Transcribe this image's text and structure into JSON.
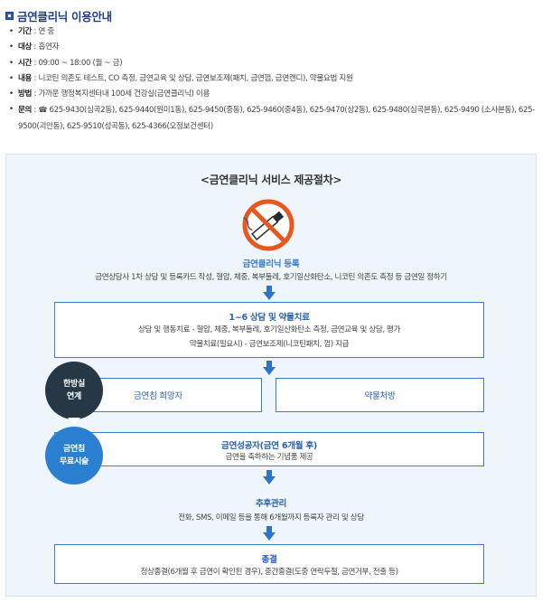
{
  "info": {
    "title": "금연클리닉 이용안내",
    "items": [
      {
        "label": "기간",
        "value": "연 중"
      },
      {
        "label": "대상",
        "value": "흡연자"
      },
      {
        "label": "시간",
        "value": "09:00 ~ 18:00 (월 ~ 금)"
      },
      {
        "label": "내용",
        "value": "니코틴 의존도 테스트, CO 측정, 금연교육 및 상담, 금연보조제(패치, 금연껌, 금연캔디), 약물요법 지원"
      },
      {
        "label": "방법",
        "value": "가까운 행정복지센터내 100세 건강실(금연클리닉) 이용"
      },
      {
        "label": "문의",
        "value": "625-9430(심곡2동), 625-9440(원미1동), 625-9450(중동), 625-9460(중4동), 625-9470(상2동), 625-9480(심곡본동), 625-9490 (소사본동), 625-9500(괴안동), 625-9510(성곡동), 625-4366(오정보건센터)"
      }
    ]
  },
  "procedure": {
    "title": "<금연클리닉 서비스 제공절차>",
    "step1": {
      "title": "금연클리닉 등록",
      "desc": "금연상담사 1차 상담 및 등록카드 작성, 혈압, 체중, 복부둘레, 호기일산화탄소, 니코틴 의존도 측정 등 금연일 정하기"
    },
    "step2": {
      "title": "1~6 상담 및 약물치료",
      "desc_line1": "상담 및 행동치료 - 혈압, 체중, 복부둘레, 호기일산화탄소 측정, 금연교육 및 상담, 평가",
      "desc_line2": "약물치료(필요시) - 금연보조제(니코틴패치, 껌) 지급"
    },
    "side_circle1": {
      "line1": "한방실",
      "line2": "연계"
    },
    "branch_left": "금연침 희망자",
    "branch_right": "약물처방",
    "side_circle2": {
      "line1": "금연침",
      "line2": "무료시술"
    },
    "step3": {
      "title": "금연성공자(금연 6개월 후)",
      "desc": "금연을 축하하는 기념품 제공"
    },
    "step4": {
      "title": "추후관리",
      "desc": "전화, SMS, 이메일 등을 통해 6개월까지 등록자 관리 및 상담"
    },
    "step5": {
      "title": "종결",
      "desc": "정상종결(6개월 후 금연이 확인된 경우), 중간종결(도중 연락두절, 금연거부, 전출 등)"
    }
  },
  "colors": {
    "title_navy": "#1f3c8a",
    "step_blue": "#2a62ad",
    "step1_blue": "#3b7fd0",
    "box_border": "#3d7cc6",
    "arrow_blue": "#2e73c8",
    "panel_bg": "#eef5fb",
    "circle_dark": "#263746",
    "circle_blue": "#2b7fd0",
    "nosmoke_orange": "#e8571e"
  },
  "icons": {
    "title_marker": "square-bullet-icon",
    "phone": "phone-icon",
    "no_smoking": "no-smoking-icon",
    "arrow": "arrow-down-icon"
  }
}
